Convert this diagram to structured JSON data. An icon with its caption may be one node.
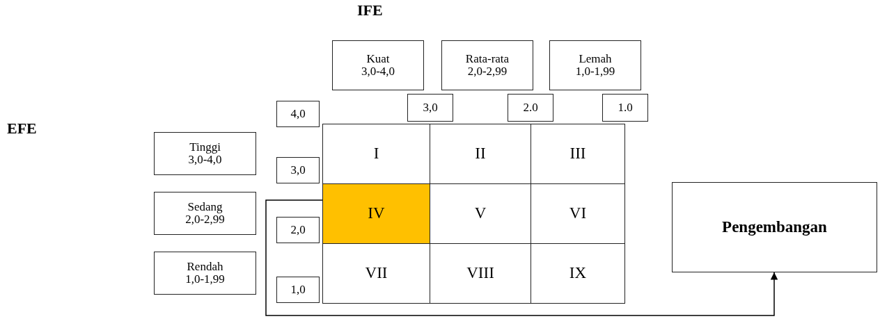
{
  "diagram": {
    "nodes": [
      {
        "text": [
          "Kuat",
          "3,0-4,0"
        ]
      },
      {
        "text": [
          "Rata-rata",
          "2,0-2,99"
        ]
      },
      {
        "text": [
          "Lemah",
          "1,0-1,99"
        ]
      },
      {
        "text": [
          "3,0"
        ]
      },
      {
        "text": [
          "2.0"
        ]
      },
      {
        "text": [
          "1.0"
        ]
      },
      {
        "text": [
          "4,0"
        ]
      },
      {
        "text": [
          "Tinggi",
          "3,0-4,0"
        ]
      },
      {
        "text": [
          "I"
        ]
      },
      {
        "text": [
          "II"
        ]
      },
      {
        "text": [
          "III"
        ]
      },
      {
        "text": [
          "3,0"
        ]
      },
      {
        "text": [
          "Sedang",
          "2,0-2,99"
        ]
      },
      {
        "text": [
          "IV"
        ]
      },
      {
        "text": [
          "V"
        ]
      },
      {
        "text": [
          "VI"
        ]
      },
      {
        "text": [
          "Pengembangan"
        ]
      },
      {
        "text": [
          "2,0"
        ]
      },
      {
        "text": [
          "Rendah",
          "1,0-1,99"
        ]
      },
      {
        "text": [
          "VII"
        ]
      },
      {
        "text": [
          "VIII"
        ]
      },
      {
        "text": [
          "IX"
        ]
      },
      {
        "text": [
          "1,0"
        ]
      }
    ],
    "edges": [
      {
        "from": 13,
        "to": 16,
        "arrow": "to"
      }
    ],
    "labels": [
      "IFE",
      "EFE"
    ]
  }
}
